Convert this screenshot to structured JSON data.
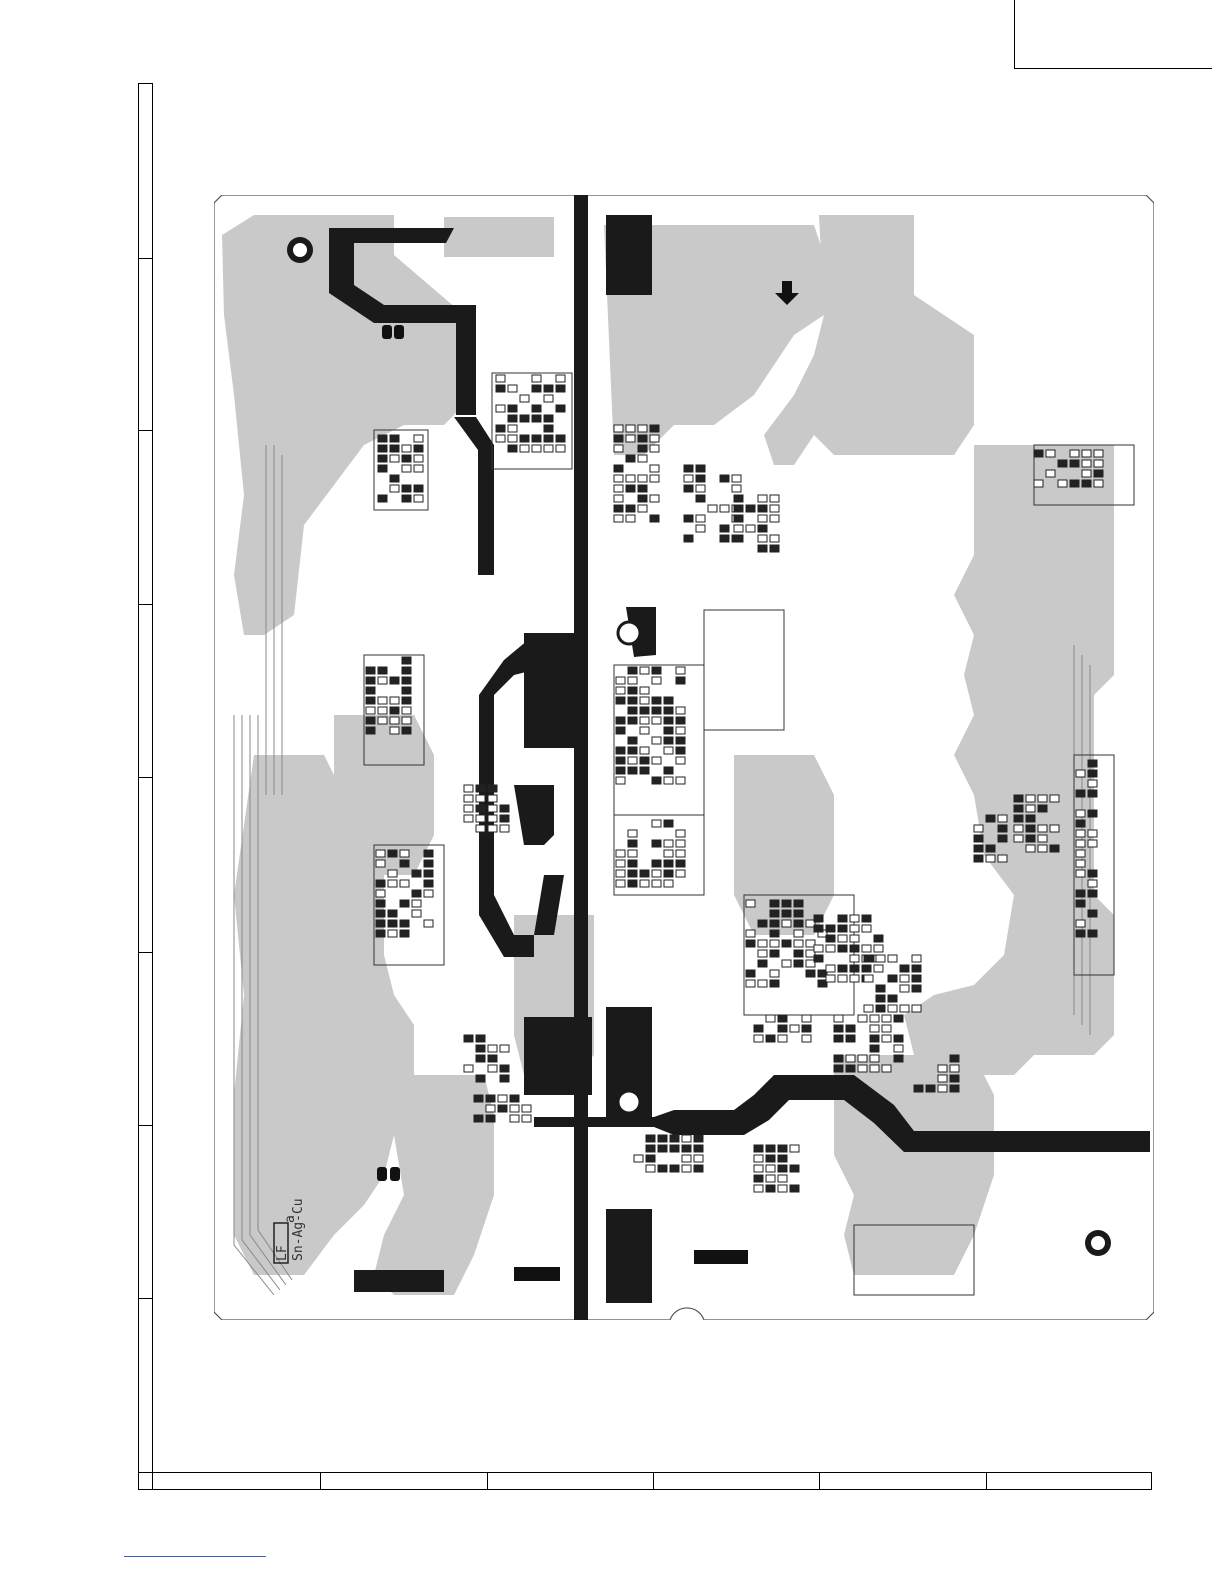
{
  "board": {
    "marking_lf": "LF",
    "marking_suffix": "a",
    "marking_alloy": "Sn-Ag-Cu"
  },
  "palette": {
    "copper": "#c9c9c9",
    "trace": "#1a1a1a",
    "pad": "#111111",
    "background": "#ffffff",
    "outline": "#555555"
  }
}
